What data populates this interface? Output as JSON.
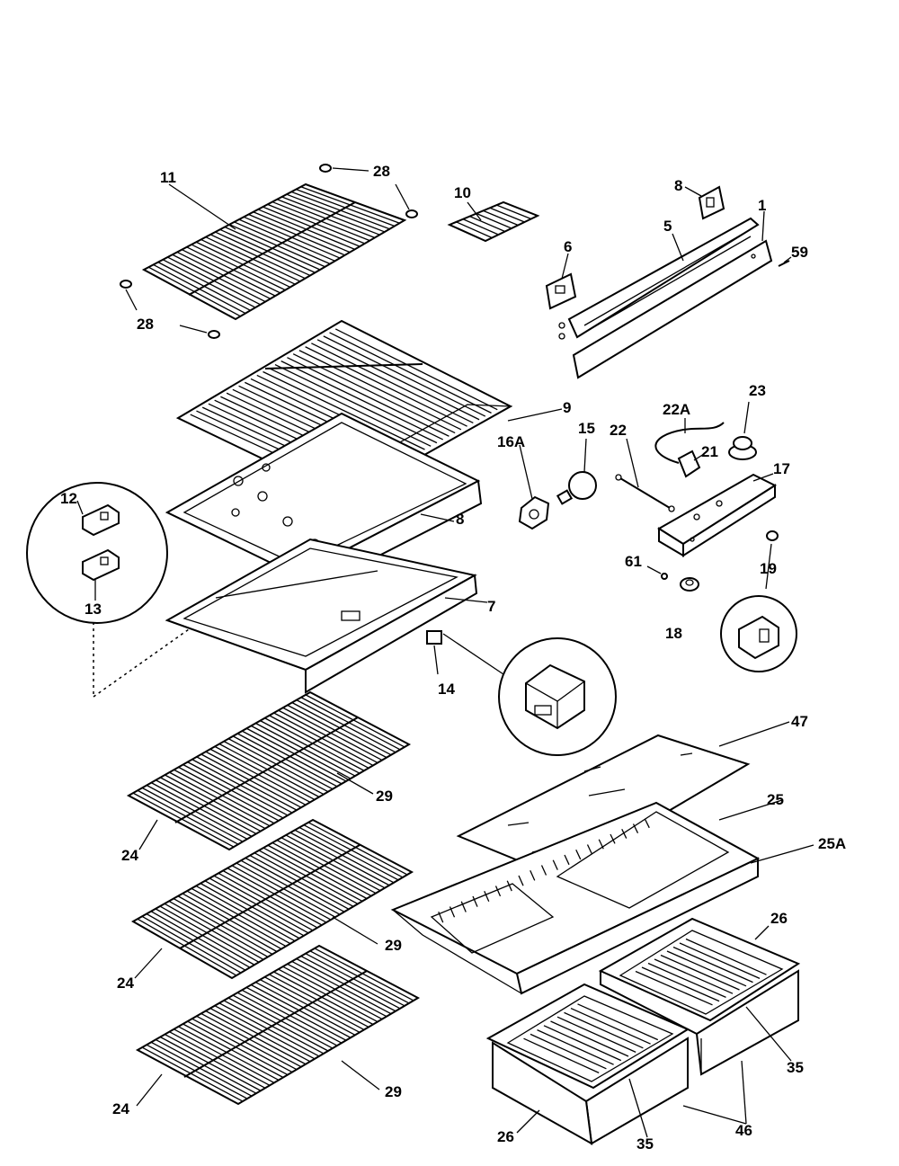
{
  "callouts": {
    "c1": "1",
    "c5": "5",
    "c6": "6",
    "c7": "7",
    "c8a": "8",
    "c8b": "8",
    "c9": "9",
    "c10": "10",
    "c11": "11",
    "c12": "12",
    "c13": "13",
    "c14": "14",
    "c15": "15",
    "c16a": "16A",
    "c17": "17",
    "c18": "18",
    "c19": "19",
    "c21": "21",
    "c22": "22",
    "c22a": "22A",
    "c23": "23",
    "c24a": "24",
    "c24b": "24",
    "c24c": "24",
    "c25": "25",
    "c25a": "25A",
    "c26a": "26",
    "c26b": "26",
    "c28a": "28",
    "c28b": "28",
    "c29a": "29",
    "c29b": "29",
    "c29c": "29",
    "c35a": "35",
    "c35b": "35",
    "c46": "46",
    "c47": "47",
    "c59": "59",
    "c61": "61"
  }
}
